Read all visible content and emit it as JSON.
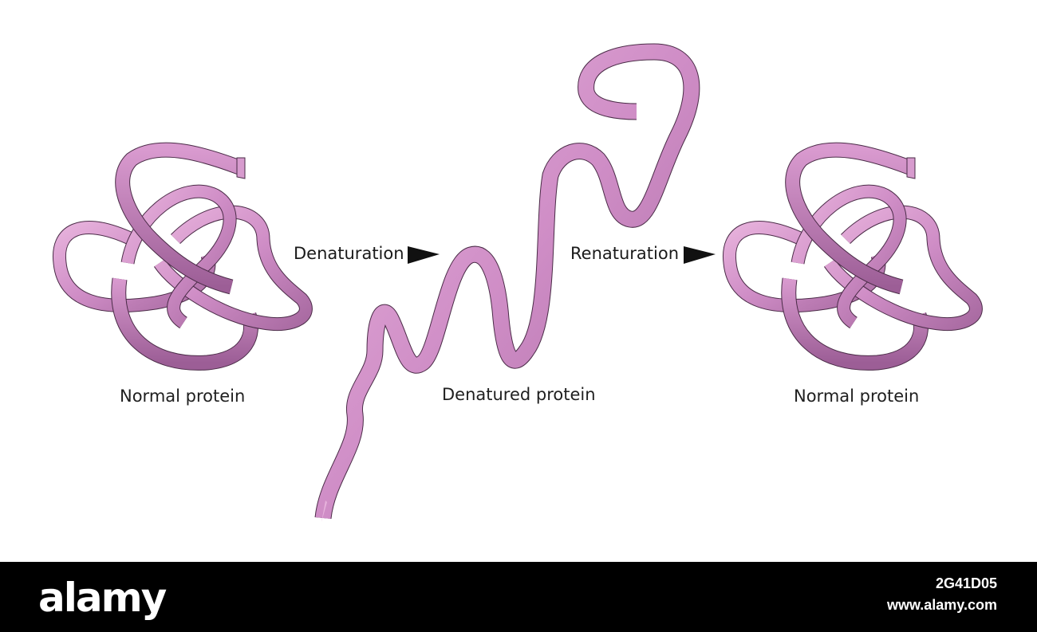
{
  "diagram": {
    "left_label": "Normal protein",
    "middle_label": "Denatured protein",
    "right_label": "Normal protein",
    "step1_label": "Denaturation",
    "step2_label": "Renaturation",
    "colors": {
      "ribbon_light": "#e0a6d2",
      "ribbon_mid": "#c784bd",
      "ribbon_dark": "#8f4f88",
      "outline": "#4a2b47",
      "arrow": "#111111"
    }
  },
  "footer": {
    "brand": "alamy",
    "image_id": "2G41D05",
    "site": "www.alamy.com"
  }
}
